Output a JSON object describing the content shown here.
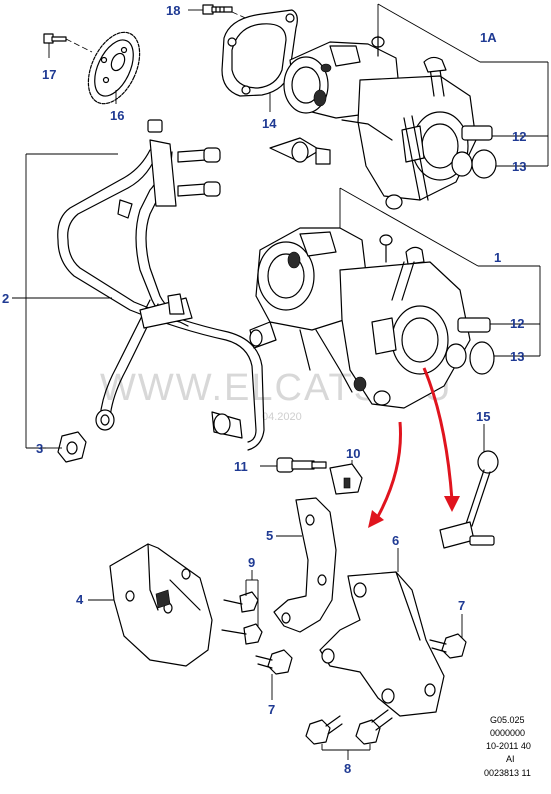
{
  "callouts": {
    "c1": "1",
    "c1A": "1A",
    "c2": "2",
    "c3": "3",
    "c4": "4",
    "c5": "5",
    "c6": "6",
    "c7a": "7",
    "c7b": "7",
    "c8": "8",
    "c9": "9",
    "c10": "10",
    "c11": "11",
    "c12a": "12",
    "c12b": "12",
    "c13a": "13",
    "c13b": "13",
    "c14": "14",
    "c15": "15",
    "c16": "16",
    "c17": "17",
    "c18": "18"
  },
  "watermark": {
    "site": "WWW.ELCATS.RU",
    "date": "04.2020"
  },
  "reference": {
    "line1": "G05.025",
    "line2": "0000000",
    "line3": "10-2011 40",
    "line4": "AI",
    "line5": "0023813 11"
  },
  "colors": {
    "callout": "#1f3a93",
    "arrow": "#e0141e"
  }
}
